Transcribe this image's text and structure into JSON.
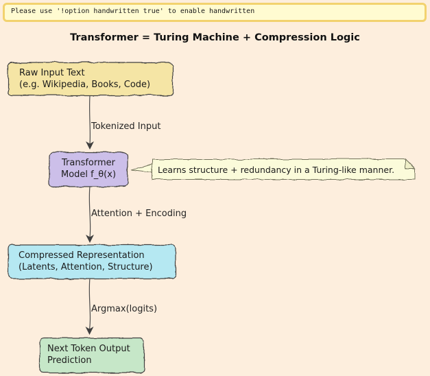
{
  "banner": {
    "text": "Please use '!option handwritten true' to enable handwritten"
  },
  "title": "Transformer = Turing Machine + Compression Logic",
  "diagram": {
    "nodes": {
      "raw_input": {
        "line1": "Raw Input Text",
        "line2": "(e.g. Wikipedia, Books, Code)",
        "fill": "#f5e5a5"
      },
      "transformer": {
        "line1": "Transformer",
        "line2": "Model f_θ(x)",
        "fill": "#ccbfe9"
      },
      "compressed": {
        "line1": "Compressed Representation",
        "line2": "(Latents, Attention, Structure)",
        "fill": "#b5e8f2"
      },
      "output": {
        "line1": "Next Token Output",
        "line2": "Prediction",
        "fill": "#c6e7c8"
      }
    },
    "note": {
      "text": "Learns structure + redundancy in a Turing-like manner.",
      "fill": "#fbfbda",
      "fold_fill": "#efefc8"
    },
    "edges": [
      {
        "label": "Tokenized Input"
      },
      {
        "label": "Attention + Encoding"
      },
      {
        "label": "Argmax(logits)"
      }
    ]
  },
  "colors": {
    "page_bg": "#fdeedd",
    "banner_bg": "#fffbd1",
    "banner_border": "#f2d26e",
    "node_stroke": "#3f3f3f",
    "edge_stroke": "#4a4a4a",
    "note_stroke": "#73735c",
    "text": "#1b1b1b"
  }
}
